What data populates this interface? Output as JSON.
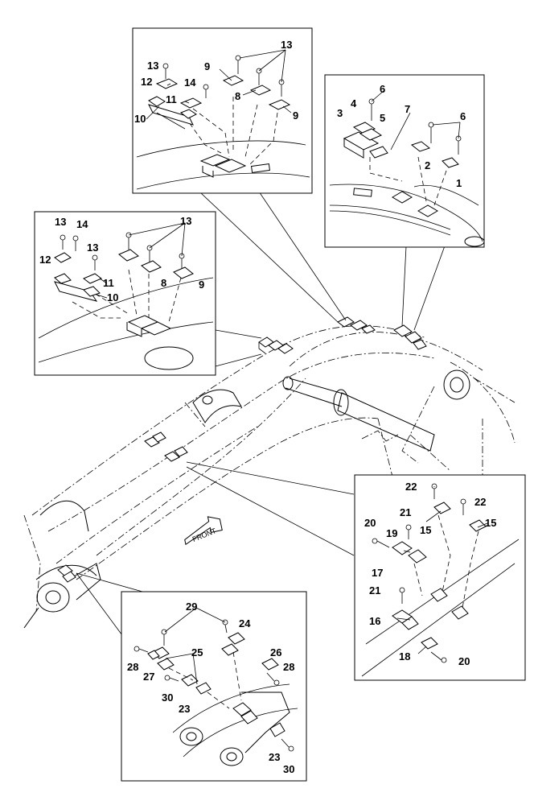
{
  "diagram": {
    "front_label": "FRONT",
    "callouts": [
      "1",
      "2",
      "3",
      "4",
      "5",
      "6",
      "7",
      "8",
      "9",
      "10",
      "11",
      "12",
      "13",
      "14",
      "15",
      "16",
      "17",
      "18",
      "19",
      "20",
      "21",
      "22",
      "23",
      "24",
      "25",
      "26",
      "27",
      "28",
      "29",
      "30"
    ]
  }
}
